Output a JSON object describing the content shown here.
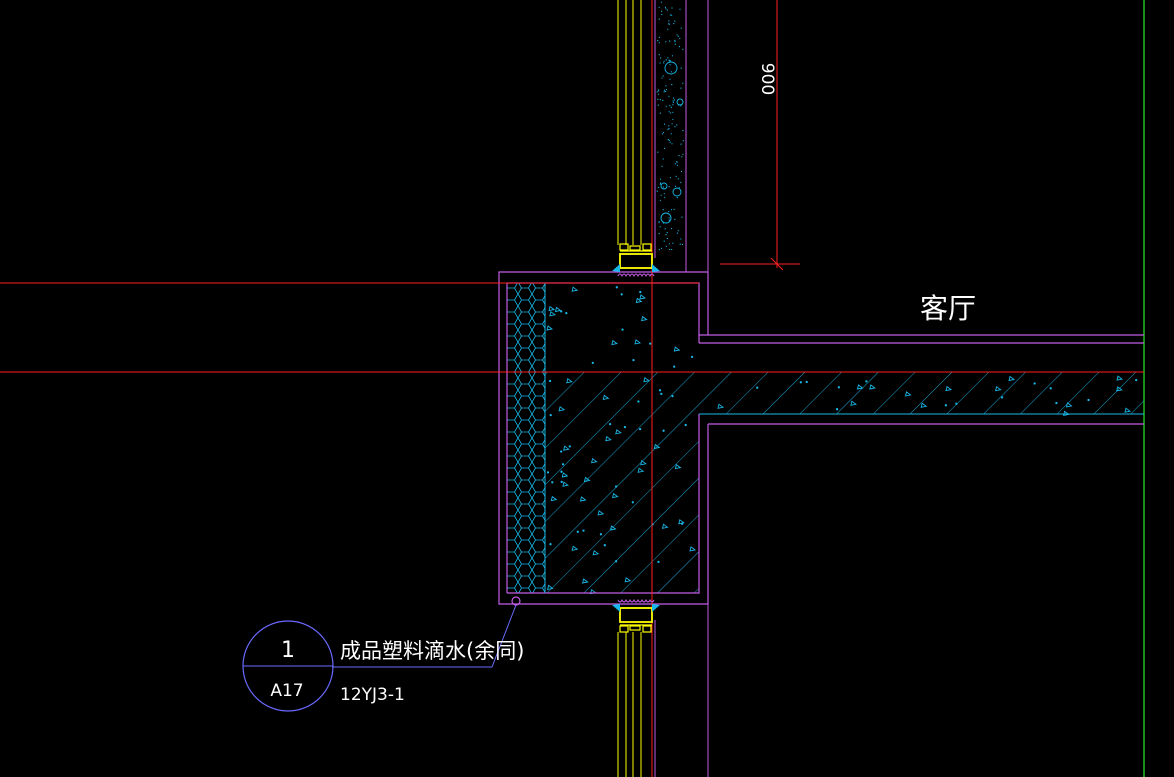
{
  "drawing": {
    "room_label": "客厅",
    "dimension_text": "900",
    "detail_callout": {
      "number": "1",
      "sheet": "A17",
      "note": "成品塑料滴水(余同)",
      "atlas_ref": "12YJ3-1"
    }
  },
  "colors": {
    "background": "#000000",
    "wall_outline": "#c45ce6",
    "axis_line": "#ff2020",
    "concrete": "#18b8e8",
    "window_frame": "#ffff00",
    "text": "#ffffff",
    "callout_circle": "#6a6aff",
    "right_boundary": "#20c020"
  }
}
